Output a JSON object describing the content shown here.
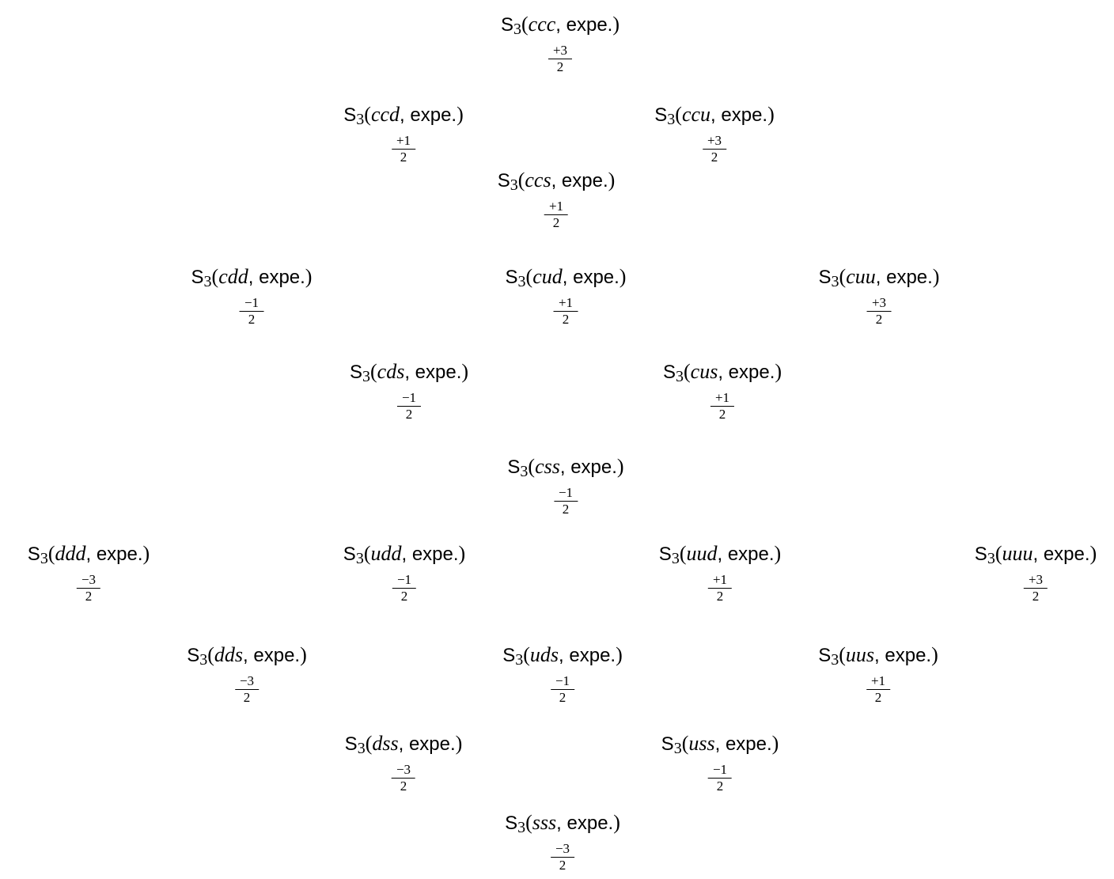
{
  "label_parts": {
    "symbol": "S",
    "subscript": "3",
    "open": "(",
    "suffix": ", expe.",
    "close": ")"
  },
  "nodes": [
    {
      "flavor": "ccc",
      "num": "+3",
      "den": "2"
    },
    {
      "flavor": "ccd",
      "num": "+1",
      "den": "2"
    },
    {
      "flavor": "ccu",
      "num": "+3",
      "den": "2"
    },
    {
      "flavor": "ccs",
      "num": "+1",
      "den": "2"
    },
    {
      "flavor": "cdd",
      "num": "−1",
      "den": "2"
    },
    {
      "flavor": "cud",
      "num": "+1",
      "den": "2"
    },
    {
      "flavor": "cuu",
      "num": "+3",
      "den": "2"
    },
    {
      "flavor": "cds",
      "num": "−1",
      "den": "2"
    },
    {
      "flavor": "cus",
      "num": "+1",
      "den": "2"
    },
    {
      "flavor": "css",
      "num": "−1",
      "den": "2"
    },
    {
      "flavor": "ddd",
      "num": "−3",
      "den": "2"
    },
    {
      "flavor": "udd",
      "num": "−1",
      "den": "2"
    },
    {
      "flavor": "uud",
      "num": "+1",
      "den": "2"
    },
    {
      "flavor": "uuu",
      "num": "+3",
      "den": "2"
    },
    {
      "flavor": "dds",
      "num": "−3",
      "den": "2"
    },
    {
      "flavor": "uds",
      "num": "−1",
      "den": "2"
    },
    {
      "flavor": "uus",
      "num": "+1",
      "den": "2"
    },
    {
      "flavor": "dss",
      "num": "−3",
      "den": "2"
    },
    {
      "flavor": "uss",
      "num": "−1",
      "den": "2"
    },
    {
      "flavor": "sss",
      "num": "−3",
      "den": "2"
    }
  ]
}
